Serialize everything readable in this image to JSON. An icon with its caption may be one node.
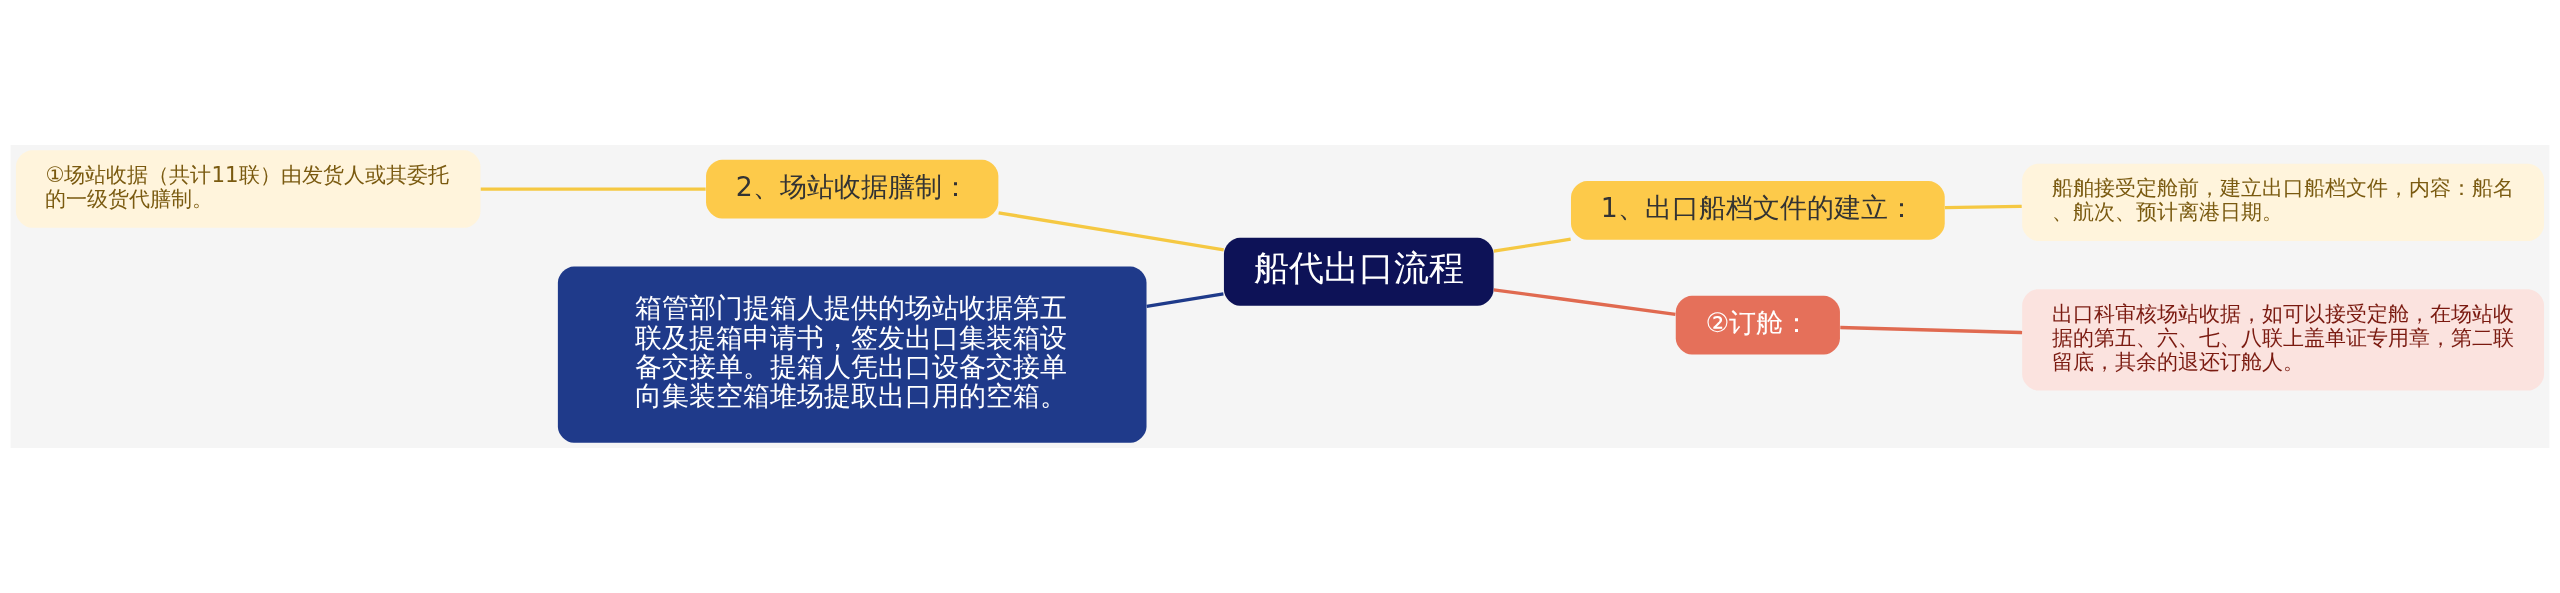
{
  "diagram": {
    "nodes": [
      {
        "text": [
          "船代出口流程"
        ]
      },
      {
        "text": [
          "2、场站收据膳制："
        ]
      },
      {
        "text": [
          "①场站收据（共计11联）由发货人或其委托的一级货代膳制。"
        ]
      },
      {
        "text": [
          "箱管部门提箱人提供的场站收据第五联及提箱申请书，签发出口集装箱设备交接单。提箱人凭出口设备交接单向集装空箱堆场提取出口用的空箱。"
        ]
      },
      {
        "text": [
          "1、出口船档文件的建立："
        ]
      },
      {
        "text": [
          "船舶接受定舱前，建立出口船档文件，内容：船名、航次、预计离港日期。"
        ]
      },
      {
        "text": [
          "②订舱："
        ]
      },
      {
        "text": [
          "出口科审核场站收据，如可以接受定舱，在场站收据的第五、六、七、八联上盖单证专用章，第二联留底，其余的退还订舱人。"
        ]
      }
    ],
    "edges": [
      {
        "from": 0,
        "to": 1,
        "arrow": "none"
      },
      {
        "from": 1,
        "to": 2,
        "arrow": "none"
      },
      {
        "from": 0,
        "to": 3,
        "arrow": "none",
        "color": "#1e3a8a"
      },
      {
        "from": 0,
        "to": 4,
        "arrow": "none"
      },
      {
        "from": 4,
        "to": 5,
        "arrow": "none"
      },
      {
        "from": 0,
        "to": 6,
        "arrow": "none",
        "color": "#e06a50"
      },
      {
        "from": 6,
        "to": 7,
        "arrow": "none",
        "color": "#e06a50"
      }
    ]
  }
}
